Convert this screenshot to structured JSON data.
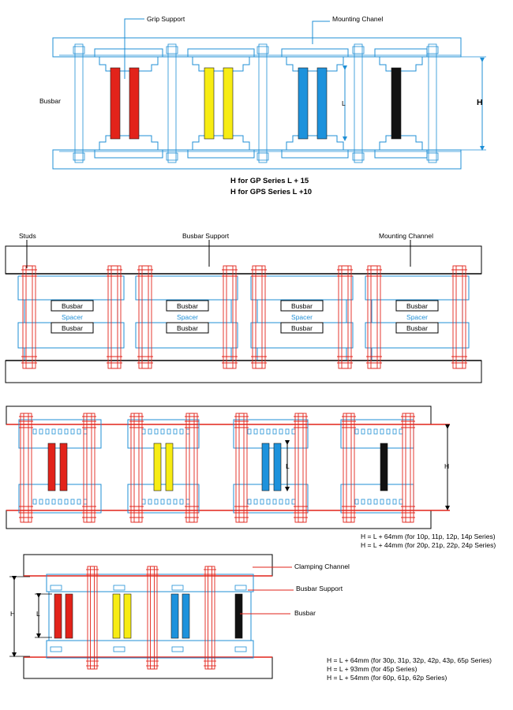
{
  "colors": {
    "red": "#e2231a",
    "yellow": "#f7ec13",
    "blue": "#1d92dc",
    "black": "#111111",
    "channel": "#1f8fd6",
    "stud": "#e2231a"
  },
  "diagram1": {
    "label_grip": "Grip Support",
    "label_mounting": "Mounting Chanel",
    "label_busbar": "Busbar",
    "label_L": "L",
    "label_H": "H",
    "formula_1": "H for GP Series L + 15",
    "formula_2": "H for GPS Series L +10"
  },
  "diagram2": {
    "label_studs": "Studs",
    "label_busbar_support": "Busbar Support",
    "label_mounting": "Mounting Channel",
    "groups": [
      {
        "top": "Busbar",
        "mid": "Spacer",
        "bot": "Busbar"
      },
      {
        "top": "Busbar",
        "mid": "Spacer",
        "bot": "Busbar"
      },
      {
        "top": "Busbar",
        "mid": "Spacer",
        "bot": "Busbar"
      },
      {
        "top": "Busbar",
        "mid": "Spacer",
        "bot": "Busbar"
      }
    ]
  },
  "diagram3": {
    "label_L": "L",
    "label_H": "H",
    "formula_1": "H = L + 64mm (for 10p, 11p, 12p, 14p Series)",
    "formula_2": "H = L + 44mm (for 20p, 21p, 22p, 24p Series)"
  },
  "diagram4": {
    "label_clamping": "Clamping Channel",
    "label_busbar_support": "Busbar Support",
    "label_busbar": "Busbar",
    "label_L": "L",
    "label_H": "H",
    "formula_1": "H = L + 64mm (for 30p, 31p, 32p, 42p, 43p, 65p Series)",
    "formula_2": "H = L + 93mm (for 45p Series)",
    "formula_3": "H = L + 54mm (for 60p, 61p, 62p Series)"
  }
}
